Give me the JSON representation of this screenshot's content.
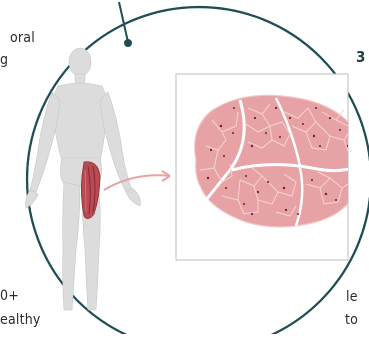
{
  "text_fragments": {
    "top_left_1": "oral",
    "top_left_2": "g",
    "top_right_num": "3",
    "bottom_left_1": "0+",
    "bottom_left_2": "ealthy",
    "bottom_right_1": "le",
    "bottom_right_2": "to"
  },
  "colors": {
    "circle_fill": "#ffffff",
    "circle_stroke": "#1f4f55",
    "body_silhouette": "#dcdcdc",
    "muscle_highlight": "#b94a52",
    "arrow": "#e8a3a3",
    "tissue_fill": "#e7a2a6",
    "tissue_edge": "#f2c6c8",
    "nuclei": "#7a1e2a"
  },
  "icons": [
    "human-body-figure",
    "thigh-muscle-highlight",
    "muscle-tissue-cross-section"
  ]
}
